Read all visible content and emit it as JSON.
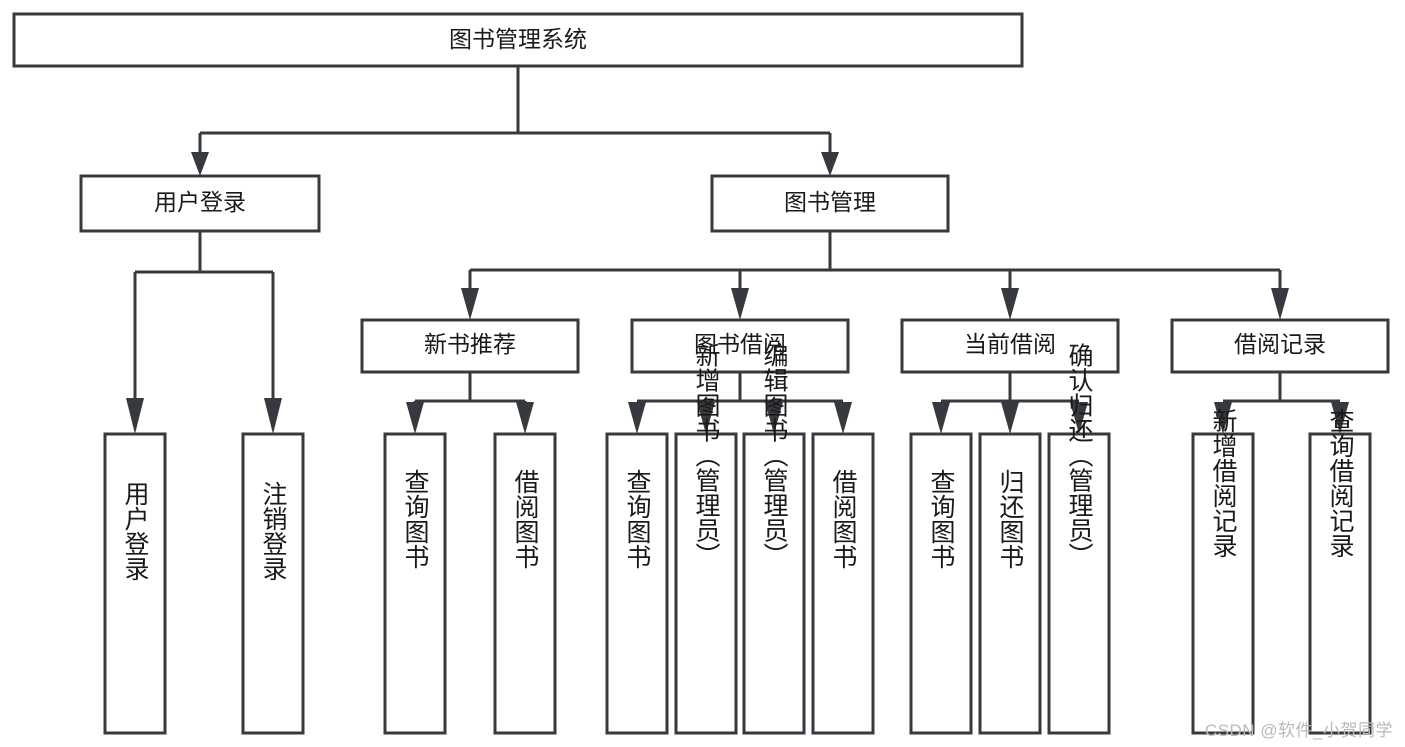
{
  "diagram": {
    "type": "tree-hierarchy",
    "title": "图书管理系统",
    "watermark": "CSDN @软件_小贺同学",
    "colors": {
      "stroke": "#36393d",
      "fill": "#ffffff",
      "text": "#1a1a1a",
      "watermark": "#b9b9b9"
    },
    "nodes": {
      "root": {
        "label": "图书管理系统",
        "level": 1,
        "orientation": "horizontal"
      },
      "l2": [
        {
          "id": "user-login",
          "label": "用户登录",
          "level": 2,
          "orientation": "horizontal"
        },
        {
          "id": "book-manage",
          "label": "图书管理",
          "level": 2,
          "orientation": "horizontal"
        }
      ],
      "l3": [
        {
          "id": "new-book-rec",
          "label": "新书推荐",
          "level": 3,
          "orientation": "horizontal"
        },
        {
          "id": "book-borrow",
          "label": "图书借阅",
          "level": 3,
          "orientation": "horizontal"
        },
        {
          "id": "current-borrow",
          "label": "当前借阅",
          "level": 3,
          "orientation": "horizontal"
        },
        {
          "id": "borrow-record",
          "label": "借阅记录",
          "level": 3,
          "orientation": "horizontal"
        }
      ],
      "leaves": [
        {
          "id": "leaf-user-login",
          "label": "用户登录",
          "parent": "user-login",
          "orientation": "vertical"
        },
        {
          "id": "leaf-user-logout",
          "label": "注销登录",
          "parent": "user-login",
          "orientation": "vertical"
        },
        {
          "id": "leaf-query-book-1",
          "label": "查询图书",
          "parent": "new-book-rec",
          "orientation": "vertical"
        },
        {
          "id": "leaf-borrow-book-1",
          "label": "借阅图书",
          "parent": "new-book-rec",
          "orientation": "vertical"
        },
        {
          "id": "leaf-query-book-2",
          "label": "查询图书",
          "parent": "book-borrow",
          "orientation": "vertical"
        },
        {
          "id": "leaf-add-book",
          "label": "新增图书（管理员）",
          "parent": "book-borrow",
          "orientation": "vertical"
        },
        {
          "id": "leaf-edit-book",
          "label": "编辑图书（管理员）",
          "parent": "book-borrow",
          "orientation": "vertical"
        },
        {
          "id": "leaf-borrow-book-2",
          "label": "借阅图书",
          "parent": "book-borrow",
          "orientation": "vertical"
        },
        {
          "id": "leaf-query-book-3",
          "label": "查询图书",
          "parent": "current-borrow",
          "orientation": "vertical"
        },
        {
          "id": "leaf-return-book",
          "label": "归还图书",
          "parent": "current-borrow",
          "orientation": "vertical"
        },
        {
          "id": "leaf-confirm-return",
          "label": "确认归还（管理员）",
          "parent": "current-borrow",
          "orientation": "vertical"
        },
        {
          "id": "leaf-add-record",
          "label": "新增借阅记录",
          "parent": "borrow-record",
          "orientation": "vertical"
        },
        {
          "id": "leaf-query-record",
          "label": "查询借阅记录",
          "parent": "borrow-record",
          "orientation": "vertical"
        }
      ]
    }
  }
}
